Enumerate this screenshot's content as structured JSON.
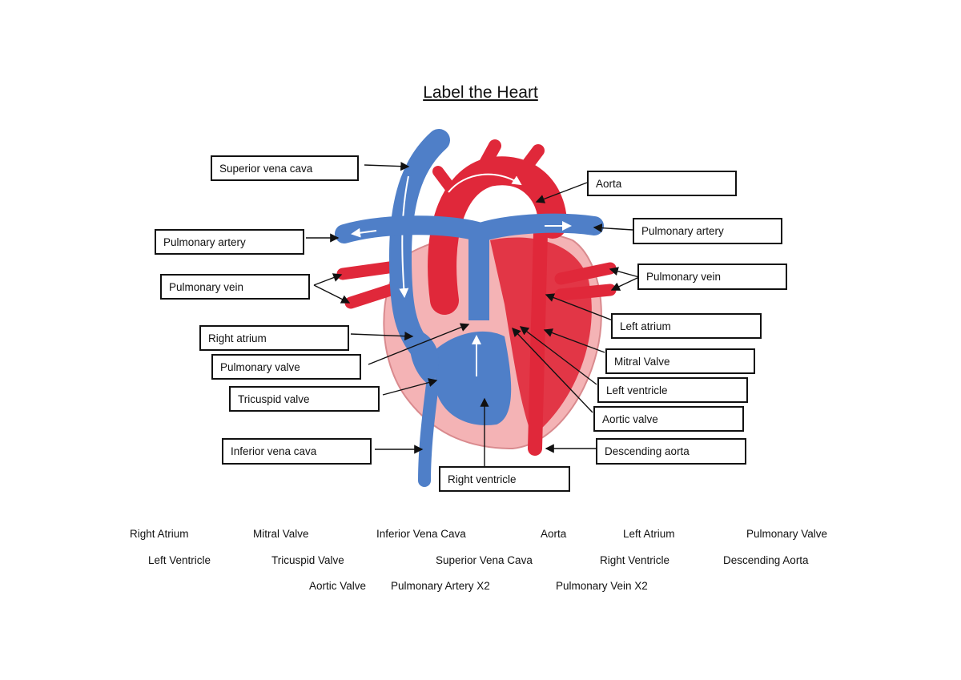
{
  "title": "Label the Heart",
  "labels": {
    "superior_vena_cava": "Superior vena cava",
    "aorta": "Aorta",
    "pulmonary_artery_left": "Pulmonary artery",
    "pulmonary_artery_right": "Pulmonary artery",
    "pulmonary_vein_left": "Pulmonary vein",
    "pulmonary_vein_right": "Pulmonary vein",
    "right_atrium": "Right atrium",
    "left_atrium": "Left atrium",
    "pulmonary_valve": "Pulmonary valve",
    "mitral_valve": "Mitral Valve",
    "tricuspid_valve": "Tricuspid valve",
    "left_ventricle": "Left ventricle",
    "aortic_valve": "Aortic valve",
    "inferior_vena_cava": "Inferior vena cava",
    "descending_aorta": "Descending aorta",
    "right_ventricle": "Right ventricle"
  },
  "word_bank": [
    "Right Atrium",
    "Mitral Valve",
    "Inferior Vena Cava",
    "Aorta",
    "Left Atrium",
    "Pulmonary Valve",
    "Left Ventricle",
    "Tricuspid Valve",
    "Superior Vena Cava",
    "Right Ventricle",
    "Descending Aorta",
    "Aortic Valve",
    "Pulmonary Artery X2",
    "Pulmonary Vein X2"
  ],
  "colors": {
    "blood_blue": "#4f7fc8",
    "blood_red": "#e0283a",
    "heart_pink": "#f2a0a4"
  }
}
